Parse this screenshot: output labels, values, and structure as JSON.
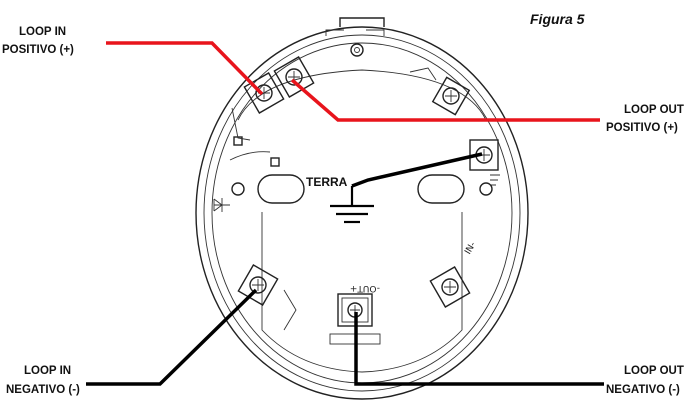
{
  "figure_title": "Figura 5",
  "labels": {
    "loop_in_pos_1": "LOOP IN",
    "loop_in_pos_2": "POSITIVO (+)",
    "loop_out_pos_1": "LOOP OUT",
    "loop_out_pos_2": "POSITIVO (+)",
    "loop_in_neg_1": "LOOP IN",
    "loop_in_neg_2": "NEGATIVO (-)",
    "loop_out_neg_1": "LOOP OUT",
    "loop_out_neg_2": "NEGATIVO (-)",
    "terra": "TERRA",
    "out_marking": "-OUT+",
    "in_marking": "IN-"
  },
  "colors": {
    "positive_wire": "#e8141c",
    "negative_wire": "#000000",
    "outline": "#222222"
  }
}
